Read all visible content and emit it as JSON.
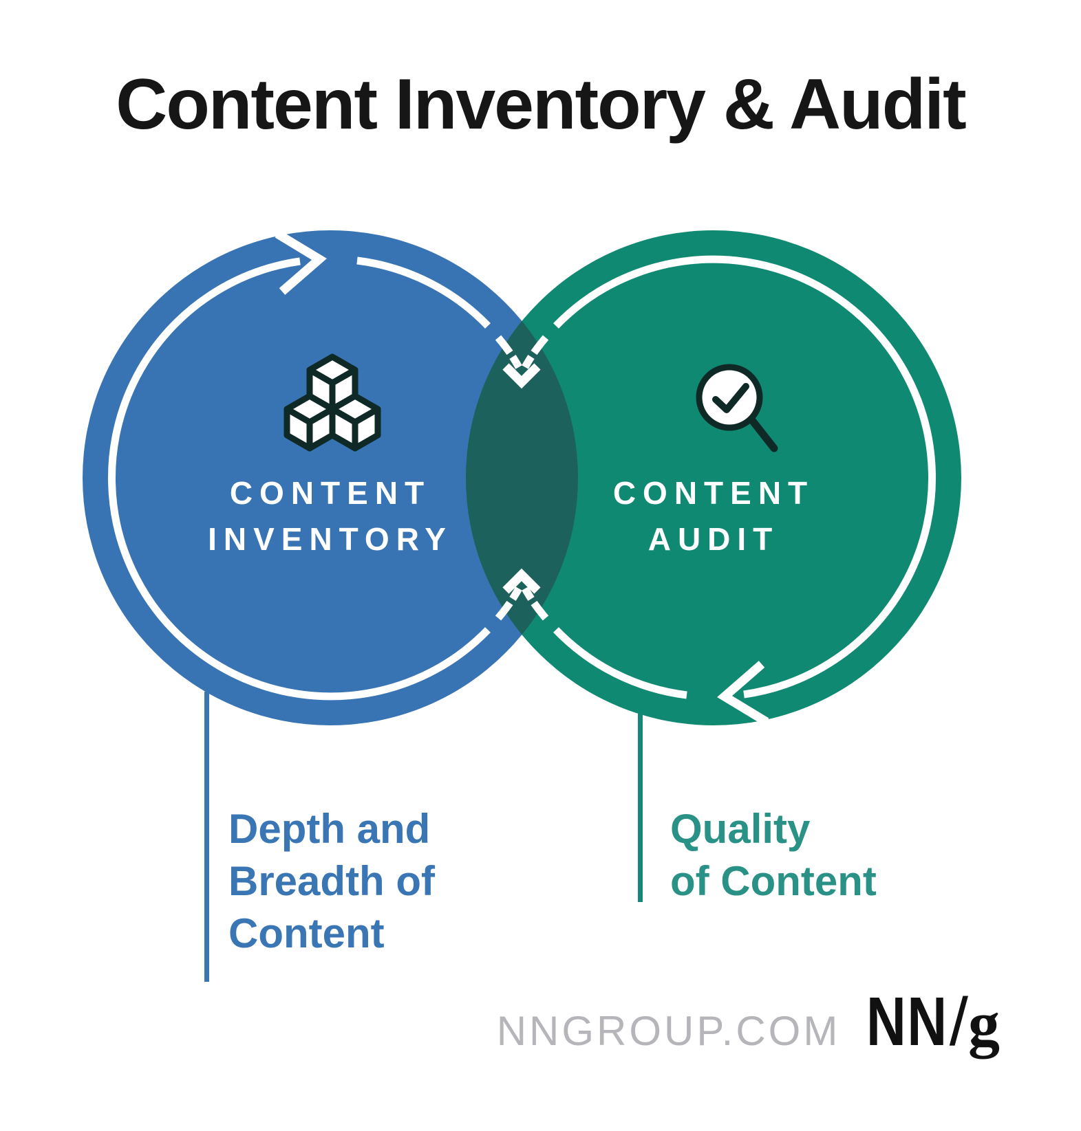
{
  "title": "Content Inventory & Audit",
  "diagram": {
    "inventory": {
      "name": "CONTENT INVENTORY",
      "label_line1": "CONTENT",
      "label_line2": "INVENTORY",
      "circle_color": "#3874B3",
      "icon": "cubes-icon",
      "caption_lines": [
        "Depth and",
        "Breadth of",
        "Content"
      ],
      "caption_color": "#3B76B4",
      "connector_color": "#3B76B4"
    },
    "audit": {
      "name": "CONTENT AUDIT",
      "label_line1": "CONTENT",
      "label_line2": "AUDIT",
      "circle_color": "#0F8971",
      "icon": "magnifier-check-icon",
      "caption_lines": [
        "Quality",
        "of Content"
      ],
      "caption_color": "#2A9186",
      "connector_color": "#15887B"
    },
    "overlap_color": "#1C615C",
    "icon_outline_color": "#0E2926",
    "cycle_line_color": "#FFFFFF"
  },
  "footer": {
    "website": "NNGROUP.COM",
    "logo": {
      "nn": "NN",
      "slash": "/",
      "g": "g"
    }
  }
}
